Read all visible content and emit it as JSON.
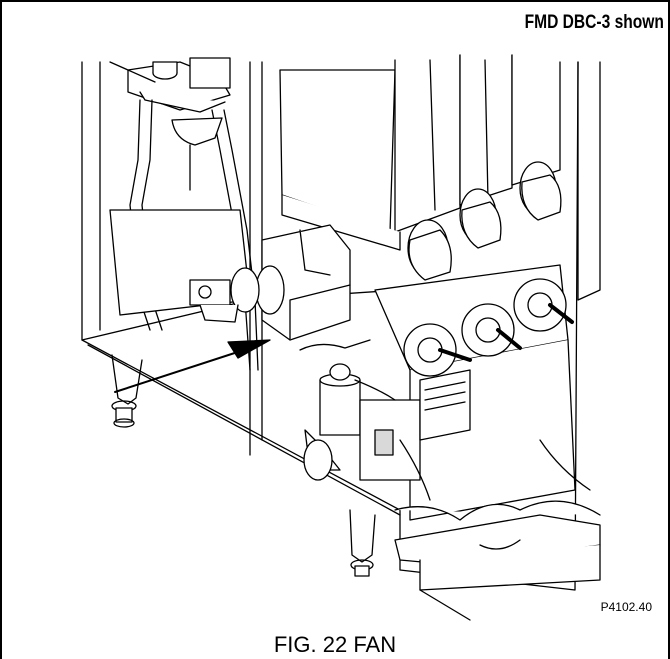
{
  "figure": {
    "title": "FMD DBC-3 shown",
    "part_code": "P4102.40",
    "caption": "FIG. 22 FAN"
  },
  "drawing": {
    "line_color": "#000000",
    "fill_color": "#ffffff",
    "shade_color": "#d9d9d9"
  }
}
